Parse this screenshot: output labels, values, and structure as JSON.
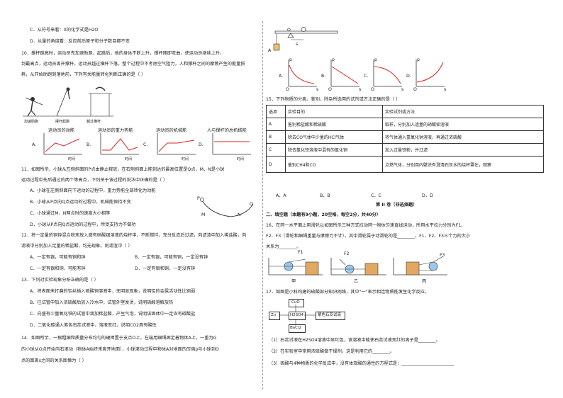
{
  "left": {
    "opt_c": "C．从符号来看：X的化学式是H2O",
    "opt_d": "D．从量的角度看：反应前后原子和分子数目都不变",
    "q10_l1": "10．撑杆跳高时，运动员先加速助跑，起跳后，他的身体不断上升，撑杆随即弯曲，使运动员继续上升，",
    "q10_l2": "到最高点，运动员离开撑杆，运动员越过横杆下落。整个过程中不考虑空气阻力，人和撑杆之间的摩擦产生的能量损",
    "q10_l3": "耗，从开始助跑到落地前，下列有关能量转化判断正确的是（    ）",
    "fig_labels": [
      "加速助跑",
      "撑杆起跳",
      "越过横杆"
    ],
    "graph_titles": [
      "运动员的动能",
      "运动员的重力势能",
      "运动员的机械能",
      "人与撑杆的总机械能"
    ],
    "graph_letters": [
      "A.",
      "B.",
      "C.",
      "D."
    ],
    "time_label": "时间",
    "q11_l1": "11．如图所示，小球从左侧斜面的P点由静止释放，在右侧斜面上能到达的最高位置是Q点，M、N是小球",
    "q11_l2": "运动过程中先后通过的两个等高点，下列关于该过程的说法中正确的是（    ）",
    "q11_a": "A．小球在左侧斜面向下运动的过程中，重力势能全部转化为动能",
    "q11_b": "B．小球从P点向Q点运动的过程中，机械能保持不变",
    "q11_c": "C．小球通过M、N两点时的速度大小相等",
    "q11_d": "D．小球从P点向Q点运动的过程中，所受支持力不做功",
    "pmnq": [
      "P",
      "M",
      "N",
      "Q"
    ],
    "q12_l1": "12．将一定量的铜锌混合粉末放入盛有硝酸银溶液的烧杯中，不断搅拌，充分反应后过滤，向滤渣中加入稀盐酸，向",
    "q12_l2": "滤液中分别加入足量的稀盐酸，均无现象。则滤渣中（    ）",
    "q12_a": "A．一定有银，可能有铜和锌",
    "q12_b": "B．一定有银，可能有铜，一定没有锌",
    "q12_c": "C．一定有银和铜，可能有锌",
    "q12_d": "D．一定有银和铜，一定没有锌",
    "q13_l1": "13．下列对实验现象分析正确的是（    ）",
    "q13_a": "A．将表面未打磨的铝丝插入硫酸铜溶液中，无明显现象，说明铝的金属活动性比铜弱",
    "q13_b": "B．往试管中加入浓硫酸后放入冷水中，试管外壁发烫，说明硫酸溶解放热",
    "q13_c": "C．向盛有少量氧化铁的试管中滴加稀盐酸，产生气泡，说明该固体中一定含有碳酸盐",
    "q13_d": "D．二氧化碳通入紫色石蕊试液中，溶液变红，说明CO2具有酸性",
    "q14_l1": "14．如图所示，一根粗细和质量分布均匀的硬棒置于支点O上，左端用细绳固定着物体A上，一重为G",
    "q14_l2": "的小球从O点开始向右滚动（物体A始终未离开地面），小球滚动过程中物体A对地面的压强p与小球到O",
    "q14_l3": "点的距离s之间的关系图像为（    ）"
  },
  "right": {
    "lever_O": "O",
    "lever_s": "s",
    "lever_A": "A",
    "graph_p": "p",
    "graph_s": "s",
    "graph_o": "O",
    "q14_letters": [
      "A.",
      "B.",
      "C.",
      "D."
    ],
    "q15": "15．下列物质的分离、鉴别、除杂所选用的试剂或方法正确的是（    ）",
    "table_header": [
      "选项",
      "实验目的",
      "实验试剂或方法"
    ],
    "table_rows": [
      [
        "A",
        "鉴别稀盐酸和稀硫酸",
        "取样，分别加入适量的硝酸钡溶液"
      ],
      [
        "B",
        "除去CO气体中少量的HCl气体",
        "将气体通入氢氧化钠溶液，再通过浓硫酸"
      ],
      [
        "C",
        "除去氯化铁溶液中混有的氯化铜",
        "加入过量铁粉，并过滤"
      ],
      [
        "D",
        "鉴别CH4和CO",
        "点燃气体，分别用内壁涂有澄清石灰水的烧杯罩住，观察"
      ]
    ],
    "answers": [
      "A．A",
      "B．B",
      "C．C",
      "D．D"
    ],
    "part2": "第 II 卷（非选择题）",
    "section2": "二、填空题（本题有9小题，20空格，每空2分，共40分）",
    "q16_l1": "16．在同一水平面上用滑轮以如图所示三种方式拉动同一物体匀速直线运动，所用水平拉力分别为F1、",
    "q16_l2": "F2、F3（滑轮和细绳重量与摩擦力不计）。其中滑轮属于动滑轮的是________，F1、F2、F3三个力的大小",
    "q16_l3": "关系为________。",
    "pulley_labels": [
      "甲",
      "乙",
      "丙"
    ],
    "forces": [
      "F1",
      "F2",
      "F3"
    ],
    "q17_l1": "17．如图是小科构建的硫酸部分知识网络，其中\"一\"表示相连物质能发生化学反应。",
    "net_cuo": "CuO",
    "net_zn": "Zn",
    "net_h2so4": "H2SO4",
    "net_shi": "紫色石蕊试液",
    "net_bacl2": "BaCl2",
    "q17_1": "（1）石蕊试液在H2SO4溶液中显红色，该溶液中能使石蕊试液变红的离子是________。",
    "q17_2": "（2）在实验室中常用浓硫酸做干燥剂，这是利用它的________。",
    "q17_3": "（3）硫酸与4种物质的化学反应中，没有体现酸的通性的方程式是：________________________"
  }
}
